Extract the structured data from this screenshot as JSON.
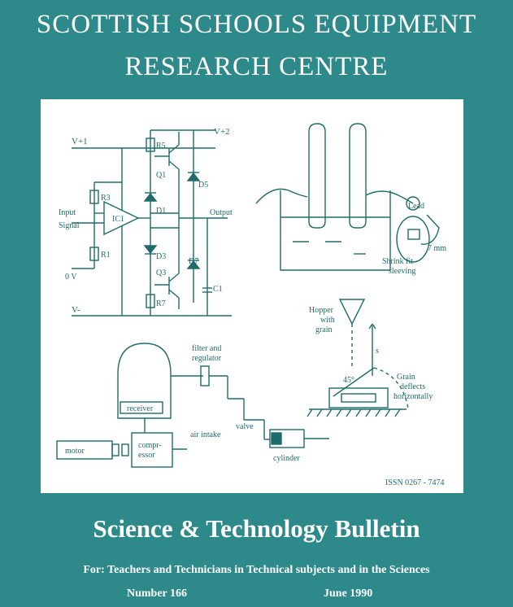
{
  "cover": {
    "org_line1": "SCOTTISH SCHOOLS EQUIPMENT",
    "org_line2": "RESEARCH CENTRE",
    "title": "Science & Technology Bulletin",
    "audience": "For: Teachers and Technicians in Technical subjects and in the Sciences",
    "number": "Number 166",
    "date": "June 1990",
    "issn": "ISSN 0267 - 7474"
  },
  "circuit": {
    "v_plus1": "V+1",
    "v_plus2": "V+2",
    "v_minus": "V-",
    "input_line1": "Input",
    "input_line2": "Signal",
    "zero_v": "0 V",
    "output": "Output",
    "r1": "R1",
    "r3": "R3",
    "r5": "R5",
    "r7": "R7",
    "ic1": "IC1",
    "q1": "Q1",
    "q3": "Q3",
    "d1": "D1",
    "d3": "D3",
    "d5": "D5",
    "d7": "D7",
    "c1": "C1"
  },
  "thermometer": {
    "lead": "Lead",
    "size": "7 mm",
    "sleeving_line1": "Shrink fit",
    "sleeving_line2": "sleeving"
  },
  "hopper": {
    "label_line1": "Hopper",
    "label_line2": "with",
    "label_line3": "grain",
    "distance": "s",
    "angle": "45°",
    "deflect_line1": "Grain",
    "deflect_line2": "deflects",
    "deflect_line3": "horizontally"
  },
  "pneumatic": {
    "filter_line1": "filter and",
    "filter_line2": "regulator",
    "receiver": "receiver",
    "motor": "motor",
    "compressor_line1": "compr-",
    "compressor_line2": "essor",
    "air_intake": "air intake",
    "valve": "valve",
    "cylinder": "cylinder"
  },
  "colors": {
    "background": "#2e8a8a",
    "ink": "#1f6b6b",
    "panel": "#ffffff"
  }
}
